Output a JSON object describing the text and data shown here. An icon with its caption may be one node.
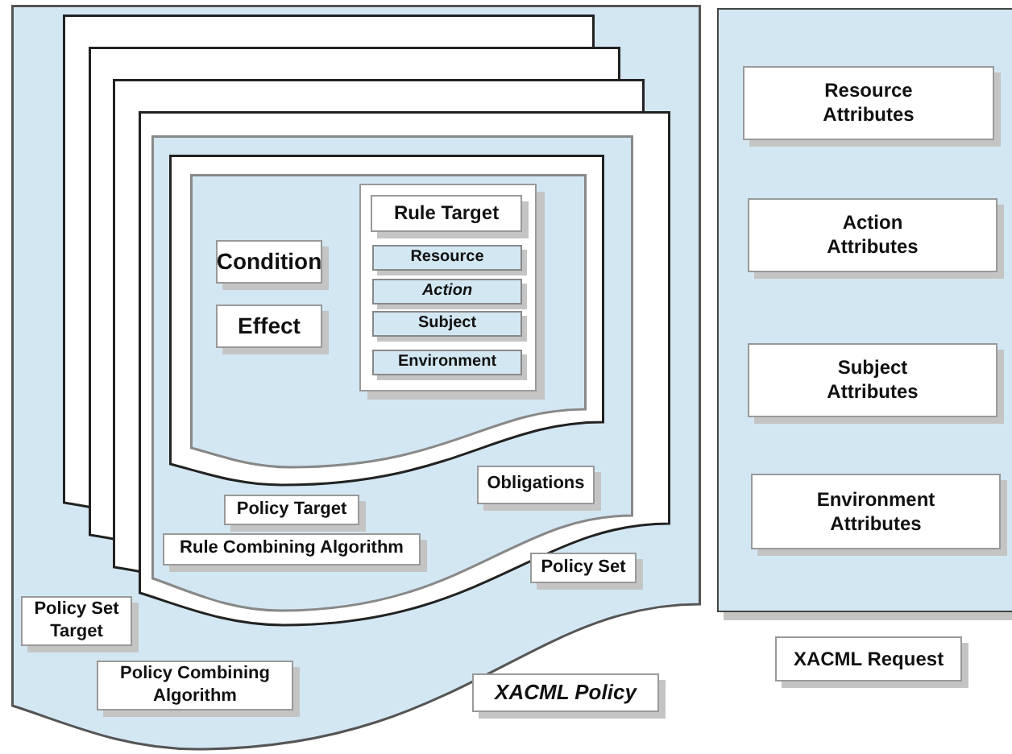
{
  "diagram": {
    "nodes": [
      {
        "text": [],
        "shape": "box"
      },
      {
        "text": [],
        "shape": "box",
        "in": 0
      },
      {
        "text": [],
        "shape": "box",
        "in": 0
      },
      {
        "text": [],
        "shape": "box",
        "in": 0
      },
      {
        "text": [],
        "shape": "box",
        "in": 0
      },
      {
        "text": [],
        "shape": "box",
        "in": 4
      },
      {
        "text": [],
        "shape": "box"
      },
      {
        "text": [],
        "shape": "box",
        "in": 6
      },
      {
        "text": [
          "Condition"
        ],
        "in": 7
      },
      {
        "text": [
          "Effect"
        ],
        "in": 7
      },
      {
        "text": [],
        "shape": "box",
        "in": 7
      },
      {
        "text": [
          "Rule Target"
        ],
        "in": 10
      },
      {
        "text": [
          "Resource"
        ],
        "in": 10
      },
      {
        "text": [
          "Action"
        ],
        "in": 10
      },
      {
        "text": [
          "Subject"
        ],
        "in": 10
      },
      {
        "text": [
          "Environment"
        ],
        "in": 10
      },
      {
        "text": [
          "Obligations"
        ],
        "in": 5
      },
      {
        "text": [
          "Policy Target"
        ]
      },
      {
        "text": [
          "Rule Combining Algorithm"
        ],
        "in": 5
      },
      {
        "text": [
          "Policy Set"
        ],
        "in": 0
      },
      {
        "text": [
          "Policy Set Target"
        ],
        "in": 0
      },
      {
        "text": [
          "Policy Combining Algorithm"
        ],
        "in": 0
      },
      {
        "text": [
          "XACML Policy"
        ],
        "in": 0
      },
      {
        "text": [],
        "shape": "box"
      },
      {
        "text": [
          "Resource Attributes"
        ],
        "in": 23
      },
      {
        "text": [
          "Action Attributes"
        ],
        "in": 23
      },
      {
        "text": [
          "Subject Attributes"
        ],
        "in": 23
      },
      {
        "text": [
          "Environment Attributes"
        ],
        "in": 23
      },
      {
        "text": [
          "XACML Request"
        ]
      }
    ],
    "edges": []
  }
}
